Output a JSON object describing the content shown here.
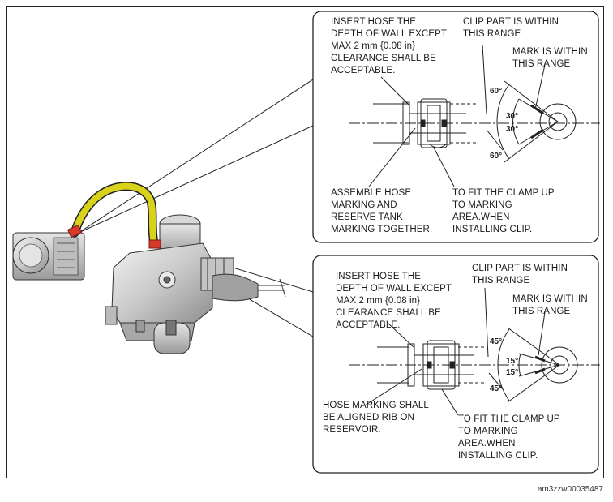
{
  "figure_code": "am3zzw00035487",
  "colors": {
    "hose": "#d8d21c",
    "clip": "#d63a2a",
    "line": "#1a1a1a"
  },
  "top_detail": {
    "insert_hose": "INSERT HOSE THE\nDEPTH OF WALL EXCEPT\nMAX 2 mm {0.08 in}\nCLEARANCE SHALL BE\nACCEPTABLE.",
    "clip_range": "CLIP PART IS WITHIN\nTHIS RANGE",
    "mark_range": "MARK IS WITHIN\nTHIS RANGE",
    "assemble": "ASSEMBLE HOSE\nMARKING AND\nRESERVE TANK\nMARKING TOGETHER.",
    "fit_clamp": "TO FIT THE CLAMP UP\nTO MARKING\nAREA.WHEN\nINSTALLING CLIP.",
    "angle_outer_top": "60°",
    "angle_outer_bottom": "60°",
    "angle_inner_top": "30°",
    "angle_inner_bottom": "30°"
  },
  "bottom_detail": {
    "insert_hose": "INSERT HOSE THE\nDEPTH OF WALL EXCEPT\nMAX 2 mm {0.08 in}\nCLEARANCE SHALL BE\nACCEPTABLE.",
    "clip_range": "CLIP PART IS WITHIN\nTHIS RANGE",
    "mark_range": "MARK IS WITHIN\nTHIS RANGE",
    "hose_marking": "HOSE MARKING SHALL\nBE ALIGNED RIB ON\nRESERVOIR.",
    "fit_clamp": "TO FIT THE CLAMP UP\nTO MARKING\nAREA.WHEN\nINSTALLING CLIP.",
    "angle_outer_top": "45°",
    "angle_outer_bottom": "45°",
    "angle_inner_top": "15°",
    "angle_inner_bottom": "15°"
  }
}
